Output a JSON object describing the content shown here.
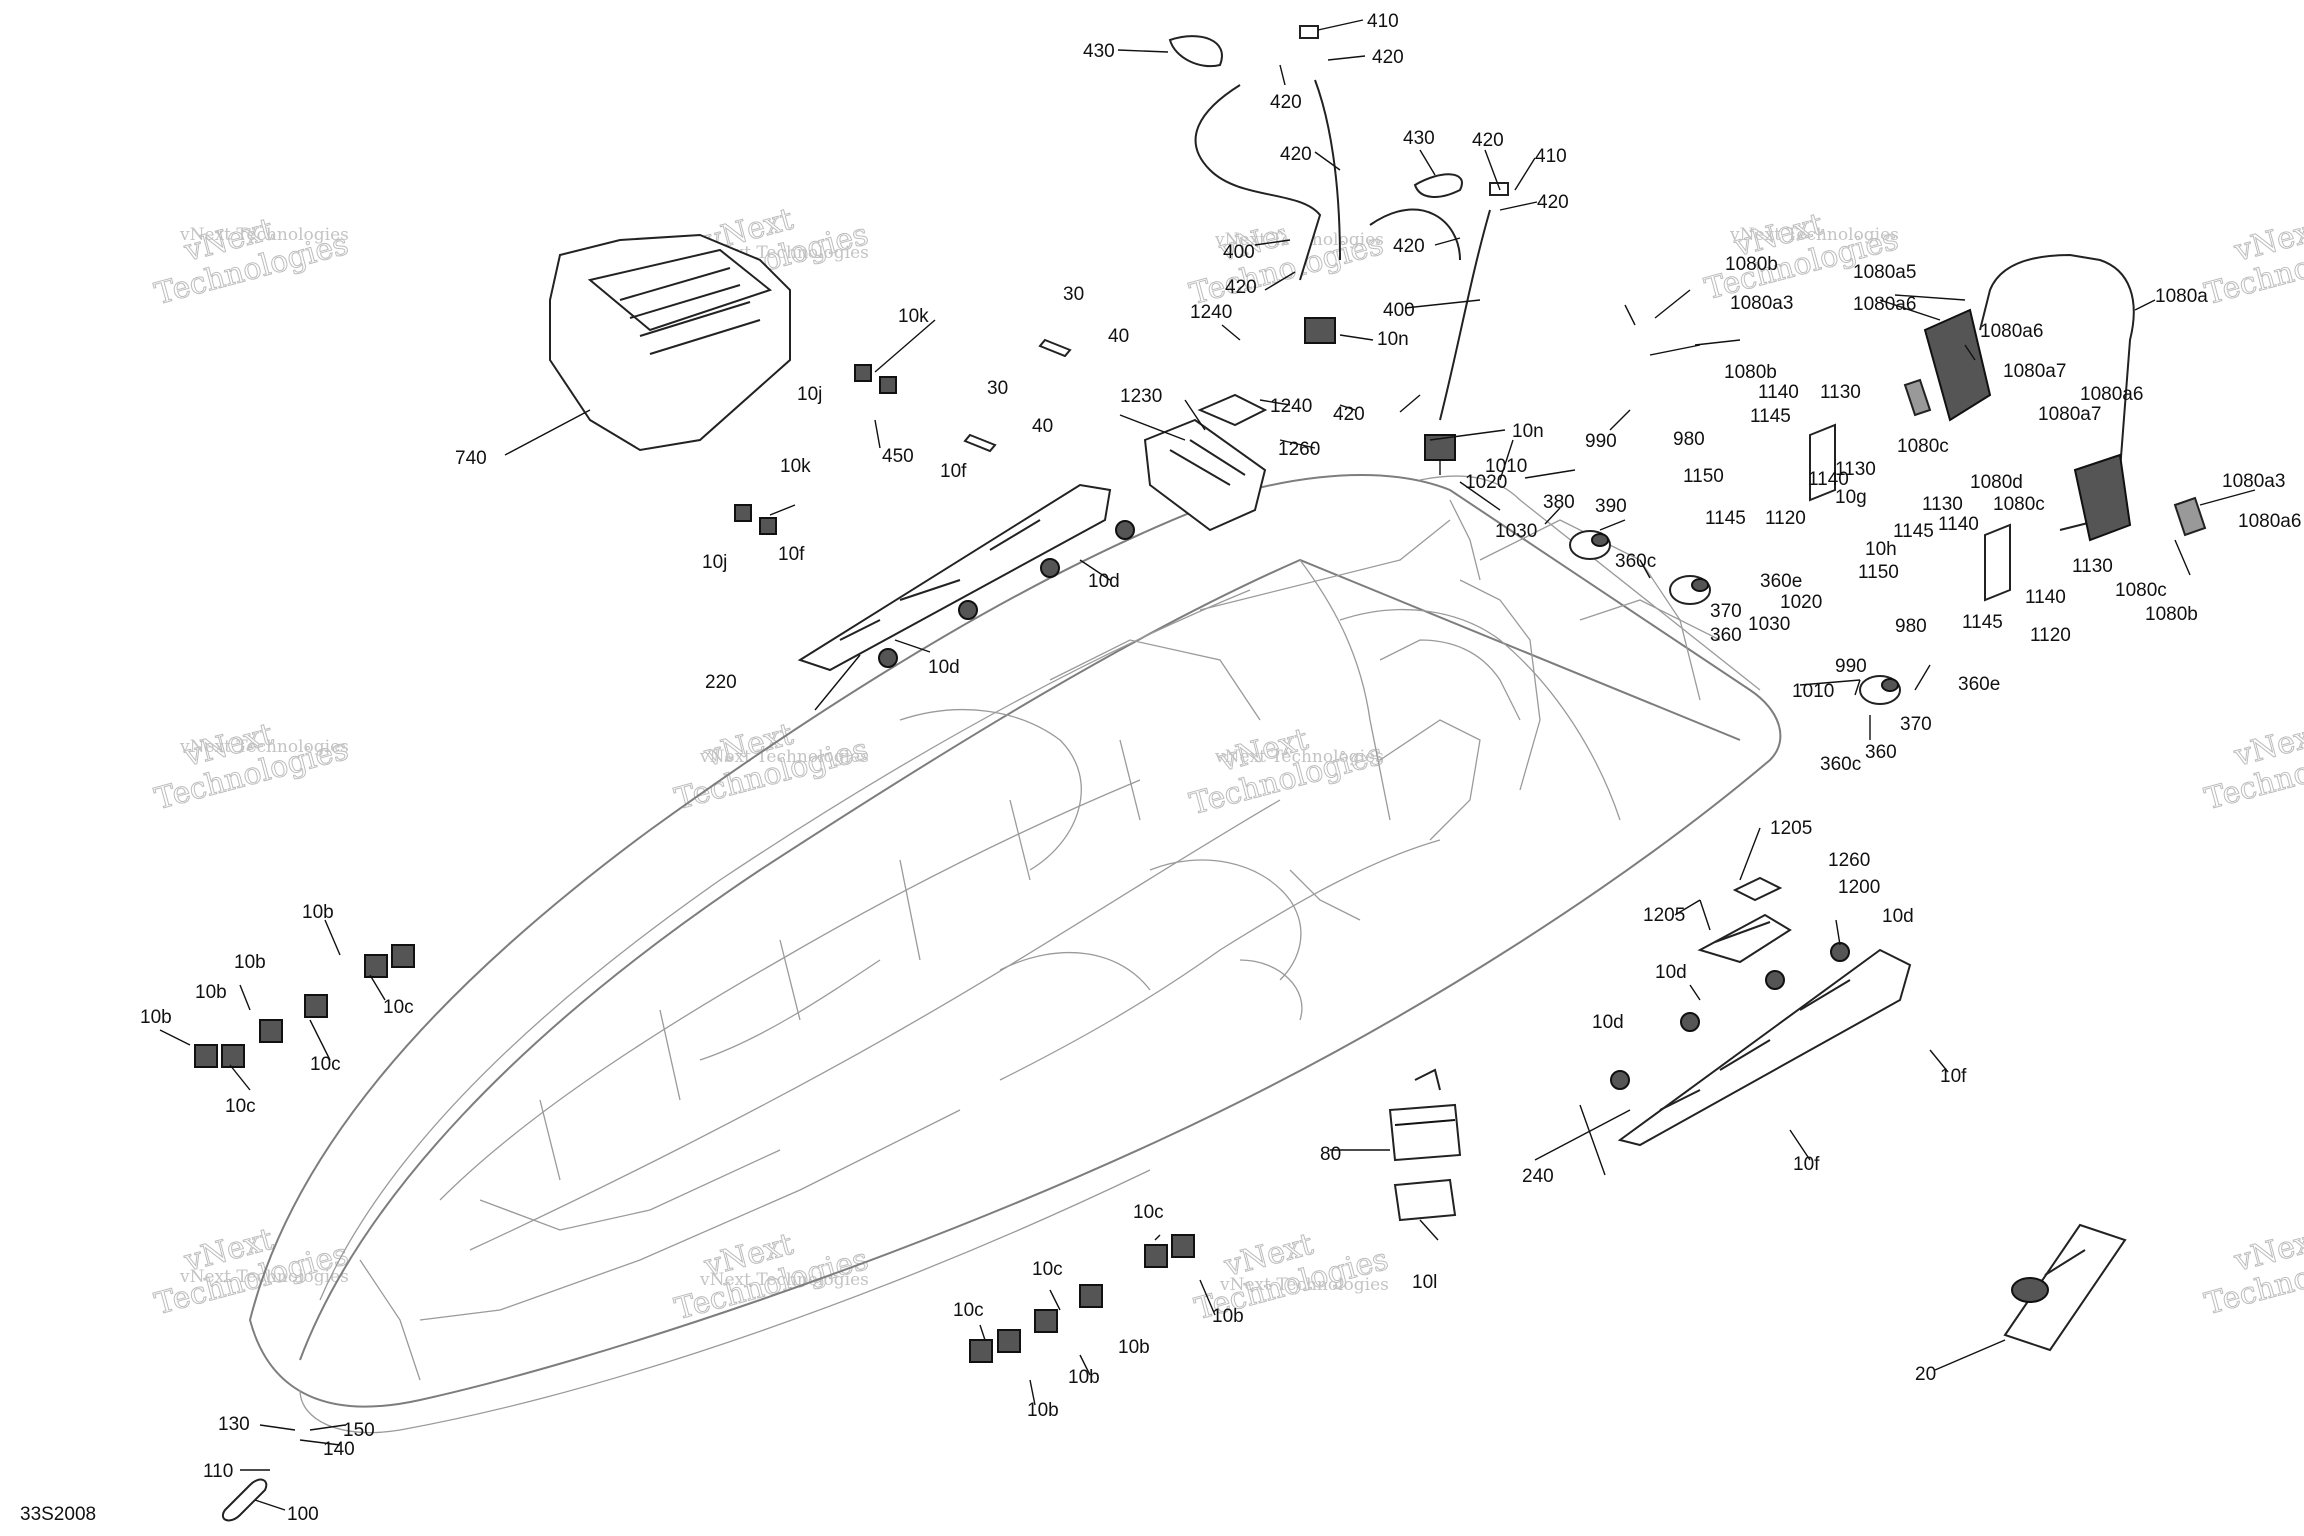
{
  "diagram_id": "33S2008",
  "watermark": {
    "line1": "vNext",
    "line2": "Technologies",
    "small": "vNext Technologies"
  },
  "callouts": [
    {
      "id": "c1",
      "text": "430"
    },
    {
      "id": "c2",
      "text": "410"
    },
    {
      "id": "c3",
      "text": "420"
    },
    {
      "id": "c4",
      "text": "420"
    },
    {
      "id": "c5",
      "text": "420"
    },
    {
      "id": "c6",
      "text": "430"
    },
    {
      "id": "c7",
      "text": "420"
    },
    {
      "id": "c8",
      "text": "410"
    },
    {
      "id": "c9",
      "text": "420"
    },
    {
      "id": "c10",
      "text": "400"
    },
    {
      "id": "c11",
      "text": "420"
    },
    {
      "id": "c12",
      "text": "420"
    },
    {
      "id": "c13",
      "text": "400"
    },
    {
      "id": "c14",
      "text": "10n"
    },
    {
      "id": "c15",
      "text": "1240"
    },
    {
      "id": "c16",
      "text": "1240"
    },
    {
      "id": "c17",
      "text": "1230"
    },
    {
      "id": "c18",
      "text": "1260"
    },
    {
      "id": "c19",
      "text": "420"
    },
    {
      "id": "c20",
      "text": "10n"
    },
    {
      "id": "c21",
      "text": "990"
    },
    {
      "id": "c22",
      "text": "980"
    },
    {
      "id": "c23",
      "text": "1010"
    },
    {
      "id": "c24",
      "text": "1020"
    },
    {
      "id": "c25",
      "text": "380"
    },
    {
      "id": "c26",
      "text": "390"
    },
    {
      "id": "c27",
      "text": "1030"
    },
    {
      "id": "c28",
      "text": "360c"
    },
    {
      "id": "c29",
      "text": "360e"
    },
    {
      "id": "c30",
      "text": "370"
    },
    {
      "id": "c31",
      "text": "360"
    },
    {
      "id": "c32",
      "text": "1030"
    },
    {
      "id": "c33",
      "text": "1020"
    },
    {
      "id": "c34",
      "text": "990"
    },
    {
      "id": "c35",
      "text": "1010"
    },
    {
      "id": "c36",
      "text": "980"
    },
    {
      "id": "c37",
      "text": "360e"
    },
    {
      "id": "c38",
      "text": "370"
    },
    {
      "id": "c39",
      "text": "360c"
    },
    {
      "id": "c40",
      "text": "360"
    },
    {
      "id": "c41",
      "text": "10k"
    },
    {
      "id": "c42",
      "text": "30"
    },
    {
      "id": "c43",
      "text": "40"
    },
    {
      "id": "c44",
      "text": "10j"
    },
    {
      "id": "c45",
      "text": "30"
    },
    {
      "id": "c46",
      "text": "40"
    },
    {
      "id": "c47",
      "text": "450"
    },
    {
      "id": "c48",
      "text": "740"
    },
    {
      "id": "c49",
      "text": "10k"
    },
    {
      "id": "c50",
      "text": "10f"
    },
    {
      "id": "c51",
      "text": "10j"
    },
    {
      "id": "c52",
      "text": "10f"
    },
    {
      "id": "c53",
      "text": "10d"
    },
    {
      "id": "c54",
      "text": "10d"
    },
    {
      "id": "c55",
      "text": "220"
    },
    {
      "id": "c56",
      "text": "1080b"
    },
    {
      "id": "c57",
      "text": "1080a5"
    },
    {
      "id": "c58",
      "text": "1080a6"
    },
    {
      "id": "c59",
      "text": "1080a"
    },
    {
      "id": "c60",
      "text": "1080a3"
    },
    {
      "id": "c61",
      "text": "1080a6"
    },
    {
      "id": "c62",
      "text": "1080b"
    },
    {
      "id": "c63",
      "text": "1080a7"
    },
    {
      "id": "c64",
      "text": "1080a6"
    },
    {
      "id": "c65",
      "text": "1140"
    },
    {
      "id": "c66",
      "text": "1130"
    },
    {
      "id": "c67",
      "text": "1145"
    },
    {
      "id": "c68",
      "text": "1080c"
    },
    {
      "id": "c69",
      "text": "1080a7"
    },
    {
      "id": "c70",
      "text": "1150"
    },
    {
      "id": "c71",
      "text": "1130"
    },
    {
      "id": "c72",
      "text": "1140"
    },
    {
      "id": "c73",
      "text": "1080d"
    },
    {
      "id": "c74",
      "text": "1080a3"
    },
    {
      "id": "c75",
      "text": "10g"
    },
    {
      "id": "c76",
      "text": "1145"
    },
    {
      "id": "c77",
      "text": "1120"
    },
    {
      "id": "c78",
      "text": "1080c"
    },
    {
      "id": "c79",
      "text": "1130"
    },
    {
      "id": "c80",
      "text": "1080a6"
    },
    {
      "id": "c81",
      "text": "10h"
    },
    {
      "id": "c82",
      "text": "1140"
    },
    {
      "id": "c83",
      "text": "1145"
    },
    {
      "id": "c84",
      "text": "1130"
    },
    {
      "id": "c85",
      "text": "1150"
    },
    {
      "id": "c86",
      "text": "1080c"
    },
    {
      "id": "c87",
      "text": "1080b"
    },
    {
      "id": "c88",
      "text": "1140"
    },
    {
      "id": "c89",
      "text": "1145"
    },
    {
      "id": "c90",
      "text": "1120"
    },
    {
      "id": "c91",
      "text": "1205"
    },
    {
      "id": "c92",
      "text": "1260"
    },
    {
      "id": "c93",
      "text": "1205"
    },
    {
      "id": "c94",
      "text": "1200"
    },
    {
      "id": "c95",
      "text": "10d"
    },
    {
      "id": "c96",
      "text": "10d"
    },
    {
      "id": "c97",
      "text": "10d"
    },
    {
      "id": "c98",
      "text": "10f"
    },
    {
      "id": "c99",
      "text": "240"
    },
    {
      "id": "c100",
      "text": "10f"
    },
    {
      "id": "c101",
      "text": "80"
    },
    {
      "id": "c102",
      "text": "10l"
    },
    {
      "id": "c103",
      "text": "20"
    },
    {
      "id": "c104",
      "text": "10b"
    },
    {
      "id": "c105",
      "text": "10b"
    },
    {
      "id": "c106",
      "text": "10b"
    },
    {
      "id": "c107",
      "text": "10b"
    },
    {
      "id": "c108",
      "text": "10c"
    },
    {
      "id": "c109",
      "text": "10c"
    },
    {
      "id": "c110",
      "text": "10c"
    },
    {
      "id": "c111",
      "text": "10c"
    },
    {
      "id": "c112",
      "text": "10c"
    },
    {
      "id": "c113",
      "text": "10b"
    },
    {
      "id": "c114",
      "text": "10c"
    },
    {
      "id": "c115",
      "text": "10b"
    },
    {
      "id": "c116",
      "text": "10b"
    },
    {
      "id": "c117",
      "text": "10b"
    },
    {
      "id": "c118",
      "text": "130"
    },
    {
      "id": "c119",
      "text": "150"
    },
    {
      "id": "c120",
      "text": "140"
    },
    {
      "id": "c121",
      "text": "110"
    },
    {
      "id": "c122",
      "text": "100"
    }
  ]
}
